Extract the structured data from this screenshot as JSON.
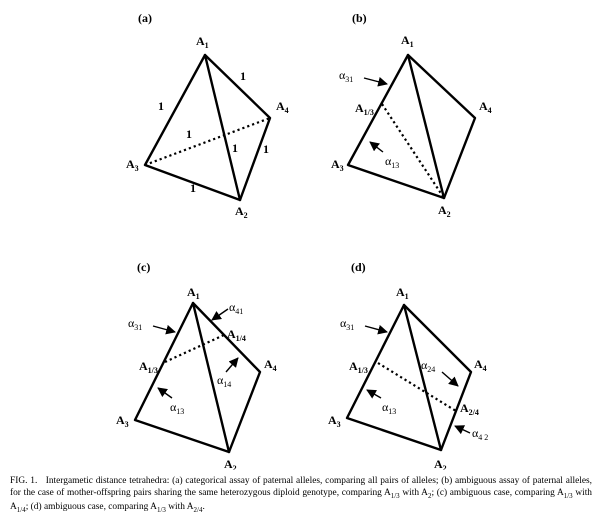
{
  "panels": {
    "a": {
      "label": "(a)",
      "vertices": {
        "A1": {
          "letter": "A",
          "sub": "1"
        },
        "A2": {
          "letter": "A",
          "sub": "2"
        },
        "A3": {
          "letter": "A",
          "sub": "3"
        },
        "A4": {
          "letter": "A",
          "sub": "4"
        }
      },
      "edge_labels": {
        "a1a3": "1",
        "a1a4": "1",
        "a3a4": "1",
        "a1a2": "1",
        "a2a4": "1",
        "a3a2": "1"
      }
    },
    "b": {
      "label": "(b)",
      "vertices": {
        "A1": {
          "letter": "A",
          "sub": "1"
        },
        "A2": {
          "letter": "A",
          "sub": "2"
        },
        "A3": {
          "letter": "A",
          "sub": "3"
        },
        "A4": {
          "letter": "A",
          "sub": "4"
        },
        "A13": {
          "letter": "A",
          "sub": "1/3"
        }
      },
      "alphas": {
        "a31": {
          "symbol": "α",
          "sub": "31"
        },
        "a13": {
          "symbol": "α",
          "sub": "13"
        }
      }
    },
    "c": {
      "label": "(c)",
      "vertices": {
        "A1": {
          "letter": "A",
          "sub": "1"
        },
        "A2": {
          "letter": "A",
          "sub": "2"
        },
        "A3": {
          "letter": "A",
          "sub": "3"
        },
        "A4": {
          "letter": "A",
          "sub": "4"
        },
        "A13": {
          "letter": "A",
          "sub": "1/3"
        },
        "A14": {
          "letter": "A",
          "sub": "1/4"
        }
      },
      "alphas": {
        "a31": {
          "symbol": "α",
          "sub": "31"
        },
        "a41": {
          "symbol": "α",
          "sub": "41"
        },
        "a13": {
          "symbol": "α",
          "sub": "13"
        },
        "a14": {
          "symbol": "α",
          "sub": "14"
        }
      }
    },
    "d": {
      "label": "(d)",
      "vertices": {
        "A1": {
          "letter": "A",
          "sub": "1"
        },
        "A2": {
          "letter": "A",
          "sub": "2"
        },
        "A3": {
          "letter": "A",
          "sub": "3"
        },
        "A4": {
          "letter": "A",
          "sub": "4"
        },
        "A13": {
          "letter": "A",
          "sub": "1/3"
        },
        "A24": {
          "letter": "A",
          "sub": "2/4"
        }
      },
      "alphas": {
        "a31": {
          "symbol": "α",
          "sub": "31"
        },
        "a13": {
          "symbol": "α",
          "sub": "13"
        },
        "a24": {
          "symbol": "α",
          "sub": "24"
        },
        "a42": {
          "symbol": "α",
          "sub": "4 2"
        }
      }
    }
  },
  "caption": {
    "fig": "FIG. 1.",
    "t1": "Intergametic distance tetrahedra: (a) categorical assay of paternal alleles, comparing all pairs of alleles; (b) ambiguous assay of paternal alleles, for the case of mother-offspring pairs sharing the same heterozygous diploid genotype, comparing A",
    "s1": "1/3",
    "t2": " with A",
    "s2": "2",
    "t3": "; (c) ambiguous case, comparing A",
    "s3": "1/3",
    "t4": " with A",
    "s4": "1/4",
    "t5": "; (d) ambiguous case, comparing A",
    "s5": "1/3",
    "t6": " with A",
    "s6": "2/4",
    "t7": "."
  }
}
